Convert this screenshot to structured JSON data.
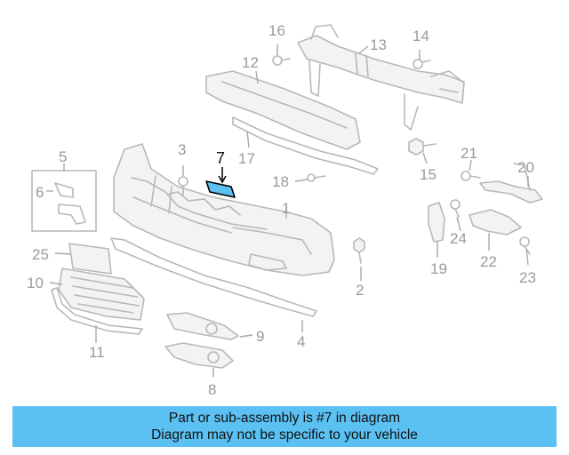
{
  "diagram": {
    "highlight_part": "7",
    "highlight_color": "#5bc1f2",
    "callouts": [
      "1",
      "2",
      "3",
      "4",
      "5",
      "6",
      "7",
      "8",
      "9",
      "10",
      "11",
      "12",
      "13",
      "14",
      "15",
      "16",
      "17",
      "18",
      "19",
      "20",
      "21",
      "22",
      "23",
      "24",
      "25"
    ]
  },
  "banner": {
    "line1": "Part or sub-assembly is #7 in diagram",
    "line2": "Diagram may not be specific to your vehicle",
    "background": "#5bc1f2"
  }
}
